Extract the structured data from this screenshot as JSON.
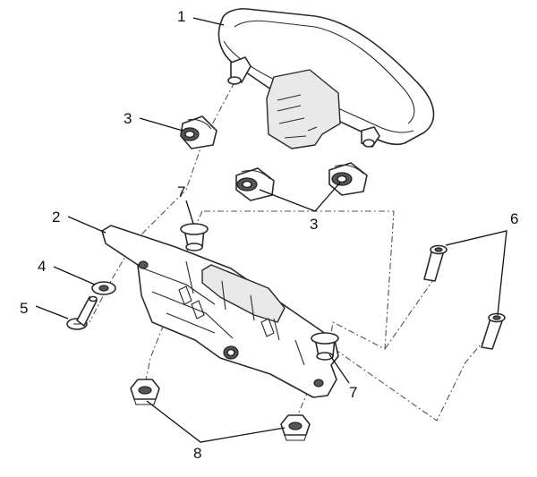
{
  "callouts": [
    {
      "id": "1",
      "text": "1"
    },
    {
      "id": "2",
      "text": "2"
    },
    {
      "id": "3a",
      "text": "3"
    },
    {
      "id": "3b",
      "text": "3"
    },
    {
      "id": "4",
      "text": "4"
    },
    {
      "id": "5",
      "text": "5"
    },
    {
      "id": "6",
      "text": "6"
    },
    {
      "id": "7a",
      "text": "7"
    },
    {
      "id": "7b",
      "text": "7"
    },
    {
      "id": "8",
      "text": "8"
    }
  ],
  "colors": {
    "line": "#2a2a2a",
    "shade": "#e9e9e9",
    "background": "#ffffff"
  }
}
